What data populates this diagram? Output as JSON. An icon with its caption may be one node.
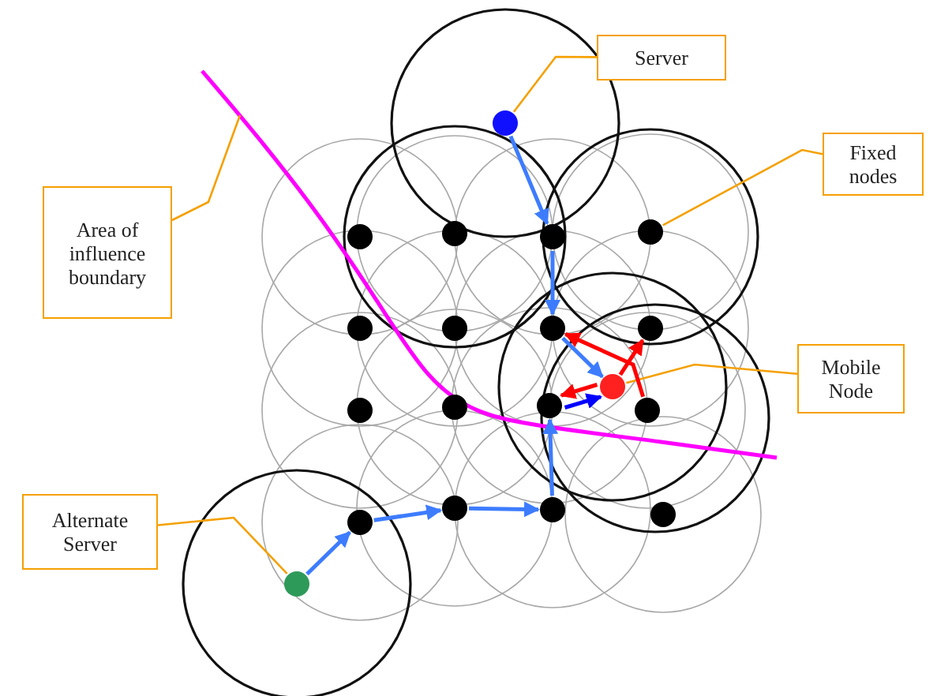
{
  "diagram": {
    "nodes": [
      {
        "text": [
          "Server"
        ]
      },
      {
        "text": [],
        "shape": "circle"
      },
      {
        "text": [
          "Fixed nodes"
        ]
      },
      {
        "text": [
          "Area of influence boundary"
        ]
      },
      {
        "text": [],
        "shape": "circle"
      },
      {
        "text": [],
        "shape": "circle"
      },
      {
        "text": [],
        "shape": "circle"
      },
      {
        "text": [],
        "shape": "circle"
      },
      {
        "text": [],
        "shape": "circle"
      },
      {
        "text": [],
        "shape": "circle"
      },
      {
        "text": [],
        "shape": "circle"
      },
      {
        "text": [],
        "shape": "circle"
      },
      {
        "text": [
          "Mobile Node"
        ]
      },
      {
        "text": [],
        "shape": "circle"
      },
      {
        "text": [],
        "shape": "circle"
      },
      {
        "text": [],
        "shape": "circle"
      },
      {
        "text": [],
        "shape": "circle"
      },
      {
        "text": [],
        "shape": "circle"
      },
      {
        "text": [
          "Alternate Server"
        ]
      },
      {
        "text": [],
        "shape": "circle"
      },
      {
        "text": [],
        "shape": "circle"
      },
      {
        "text": [],
        "shape": "circle"
      },
      {
        "text": [],
        "shape": "circle"
      },
      {
        "text": [],
        "shape": "circle"
      }
    ],
    "edges": [
      {
        "from": 0,
        "to": 1,
        "arrow": "none",
        "color": "#f5a000"
      },
      {
        "from": 2,
        "to": 7,
        "arrow": "none",
        "color": "#f5a000"
      },
      {
        "from": 3,
        "to": null,
        "arrow": "none",
        "color": "#f5a000"
      },
      {
        "from": 12,
        "to": 13,
        "arrow": "none",
        "color": "#f5a000"
      },
      {
        "from": 18,
        "to": 19,
        "arrow": "none",
        "color": "#f5a000"
      },
      {
        "from": 1,
        "to": 6,
        "arrow": "to"
      },
      {
        "from": 6,
        "to": 10,
        "arrow": "to"
      },
      {
        "from": 10,
        "to": 13,
        "arrow": "to"
      },
      {
        "from": 19,
        "to": 20,
        "arrow": "to"
      },
      {
        "from": 20,
        "to": 21,
        "arrow": "to"
      },
      {
        "from": 21,
        "to": 22,
        "arrow": "to"
      },
      {
        "from": 22,
        "to": 16,
        "arrow": "to"
      },
      {
        "from": 16,
        "to": 13,
        "arrow": "to",
        "color": "#0000ff"
      },
      {
        "from": 17,
        "to": 10,
        "arrow": "to",
        "color": "#ff0000"
      },
      {
        "from": 13,
        "to": 11,
        "arrow": "to",
        "color": "#ff0000"
      },
      {
        "from": 13,
        "to": 16,
        "arrow": "to",
        "color": "#ff0000"
      }
    ]
  }
}
